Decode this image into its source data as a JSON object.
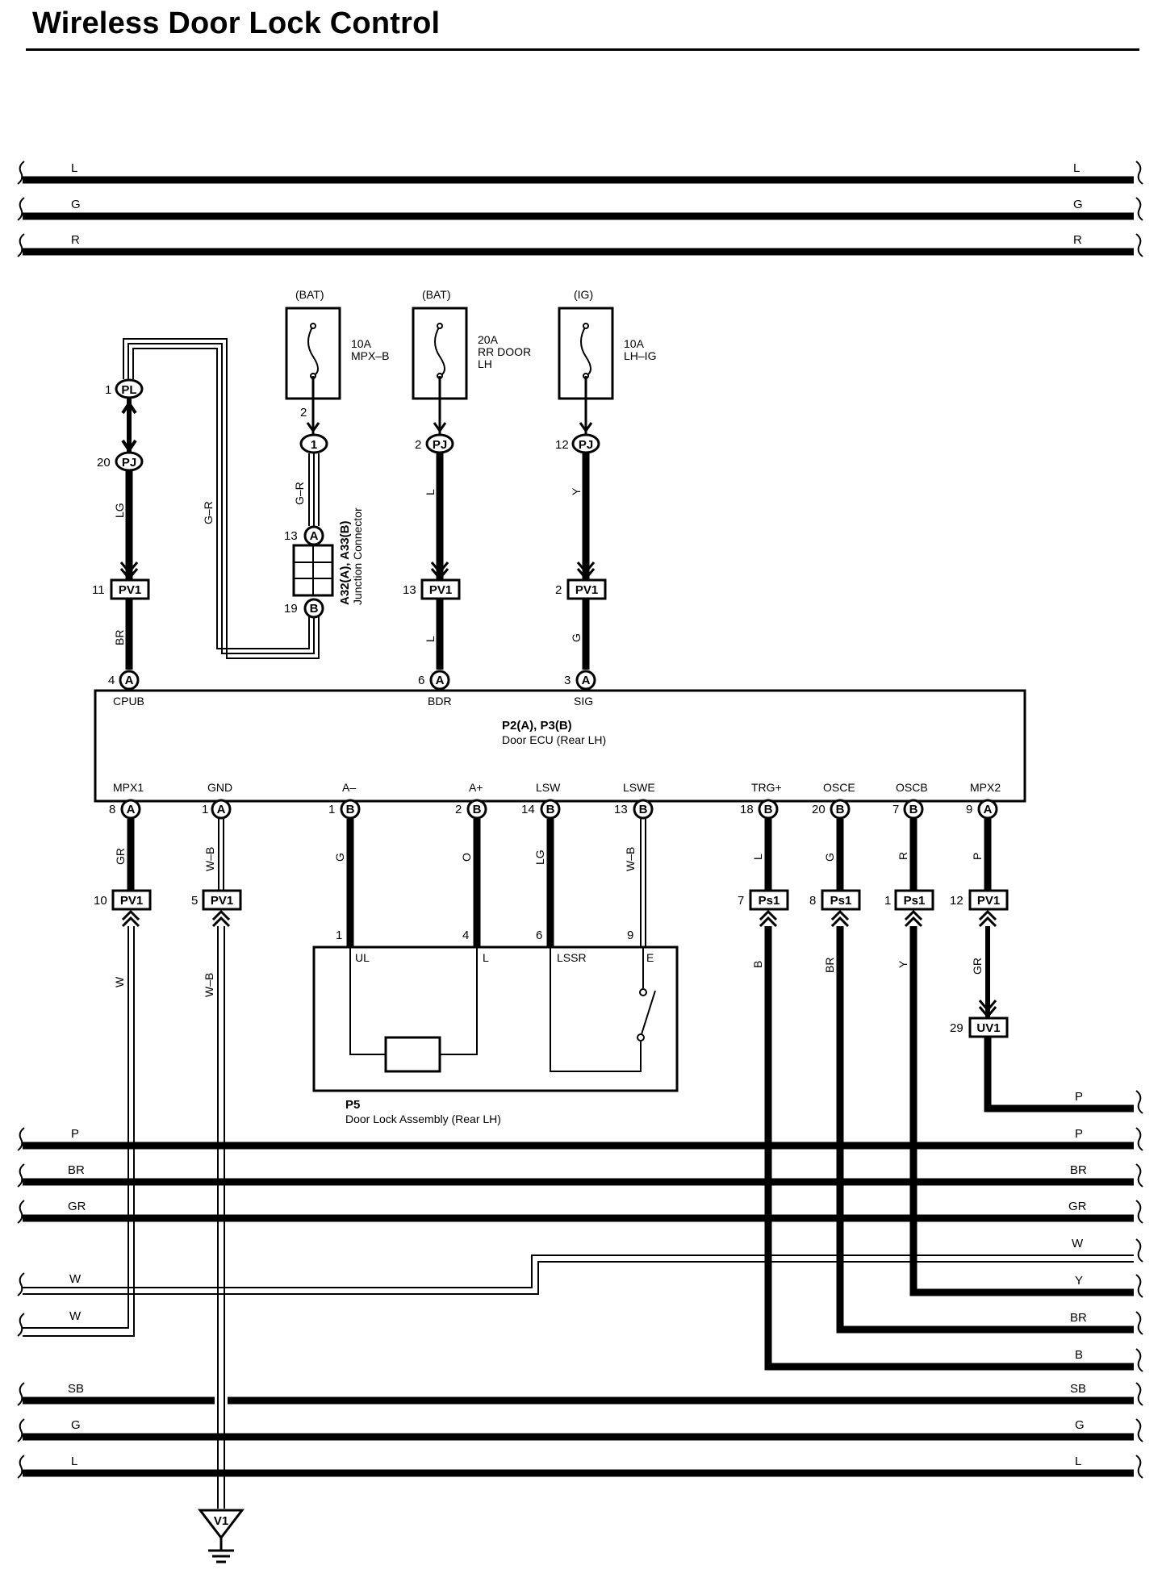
{
  "title": "Wireless Door Lock Control",
  "top_buses": [
    {
      "label": "L"
    },
    {
      "label": "G"
    },
    {
      "label": "R"
    }
  ],
  "bottom_buses": [
    {
      "label": "P",
      "thick": true
    },
    {
      "label": "BR",
      "thick": true
    },
    {
      "label": "GR",
      "thick": true
    },
    {
      "label": "W",
      "thick": false
    },
    {
      "label": "W",
      "thick": false
    },
    {
      "label": "SB",
      "thick": true
    },
    {
      "label": "G",
      "thick": true
    },
    {
      "label": "L",
      "thick": true
    }
  ],
  "right_buses": [
    {
      "label": "P",
      "thick": true
    },
    {
      "label": "P",
      "thick": true
    },
    {
      "label": "BR",
      "thick": true
    },
    {
      "label": "GR",
      "thick": true
    },
    {
      "label": "W",
      "thick": false
    },
    {
      "label": "Y",
      "thick": true
    },
    {
      "label": "BR",
      "thick": true
    },
    {
      "label": "B",
      "thick": true
    },
    {
      "label": "SB",
      "thick": true
    },
    {
      "label": "G",
      "thick": true
    },
    {
      "label": "L",
      "thick": true
    }
  ],
  "fuses": [
    {
      "source": "(BAT)",
      "lines": [
        "10A",
        "MPX–B"
      ],
      "out_pin": "2"
    },
    {
      "source": "(BAT)",
      "lines": [
        "20A",
        "RR DOOR",
        "LH"
      ],
      "out_pin": ""
    },
    {
      "source": "(IG)",
      "lines": [
        "10A",
        "LH–IG"
      ],
      "out_pin": ""
    }
  ],
  "upper_connectors": [
    {
      "id": "pl",
      "code": "PL",
      "pin": "1"
    },
    {
      "id": "pj1",
      "code": "PJ",
      "pin": "20"
    },
    {
      "id": "j1",
      "code": "1",
      "pin": ""
    },
    {
      "id": "pj2",
      "code": "PJ",
      "pin": "2"
    },
    {
      "id": "pj3",
      "code": "PJ",
      "pin": "12"
    },
    {
      "id": "ja",
      "code": "A",
      "pin": "13"
    },
    {
      "id": "jb",
      "code": "B",
      "pin": "19"
    }
  ],
  "upper_wires": {
    "lg": "LG",
    "gr1": "G–R",
    "gr2": "G–R",
    "l1": "L",
    "y": "Y",
    "br": "BR",
    "l2": "L",
    "g": "G"
  },
  "pv1_upper": [
    {
      "code": "PV1",
      "pin": "11"
    },
    {
      "code": "PV1",
      "pin": "13"
    },
    {
      "code": "PV1",
      "pin": "2"
    }
  ],
  "junction": {
    "id_text": "A32(A), A33(B)",
    "name": "Junction Connector"
  },
  "ecu": {
    "id_text": "P2(A), P3(B)",
    "name": "Door ECU (Rear LH)",
    "top_terminals": [
      {
        "name": "CPUB",
        "pin": "4",
        "letter": "A"
      },
      {
        "name": "BDR",
        "pin": "6",
        "letter": "A"
      },
      {
        "name": "SIG",
        "pin": "3",
        "letter": "A"
      }
    ],
    "bottom_terminals": [
      {
        "name": "MPX1",
        "pin": "8",
        "letter": "A",
        "wire": "GR"
      },
      {
        "name": "GND",
        "pin": "1",
        "letter": "A",
        "wire": "W–B"
      },
      {
        "name": "A–",
        "pin": "1",
        "letter": "B",
        "wire": "G"
      },
      {
        "name": "A+",
        "pin": "2",
        "letter": "B",
        "wire": "O"
      },
      {
        "name": "LSW",
        "pin": "14",
        "letter": "B",
        "wire": "LG"
      },
      {
        "name": "LSWE",
        "pin": "13",
        "letter": "B",
        "wire": "W–B"
      },
      {
        "name": "TRG+",
        "pin": "18",
        "letter": "B",
        "wire": "L"
      },
      {
        "name": "OSCE",
        "pin": "20",
        "letter": "B",
        "wire": "G"
      },
      {
        "name": "OSCB",
        "pin": "7",
        "letter": "B",
        "wire": "R"
      },
      {
        "name": "MPX2",
        "pin": "9",
        "letter": "A",
        "wire": "P"
      }
    ]
  },
  "lower_connectors": [
    {
      "code": "PV1",
      "pin": "10",
      "wire": "W"
    },
    {
      "code": "PV1",
      "pin": "5",
      "wire": "W–B"
    },
    {
      "code": "Ps1",
      "pin": "7",
      "wire": "B"
    },
    {
      "code": "Ps1",
      "pin": "8",
      "wire": "BR"
    },
    {
      "code": "Ps1",
      "pin": "1",
      "wire": "Y"
    },
    {
      "code": "PV1",
      "pin": "12",
      "wire": "GR"
    }
  ],
  "uv1": {
    "code": "UV1",
    "pin": "29"
  },
  "door_lock": {
    "id_text": "P5",
    "name": "Door Lock Assembly (Rear LH)",
    "pins": [
      "1",
      "4",
      "6",
      "9"
    ],
    "terminals": [
      "UL",
      "L",
      "LSSR",
      "E"
    ]
  },
  "ground": {
    "code": "V1"
  }
}
